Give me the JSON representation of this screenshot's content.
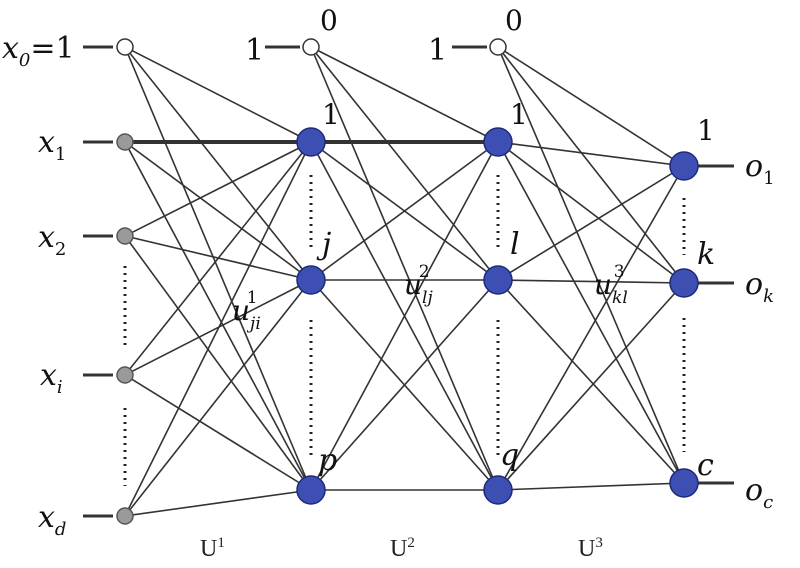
{
  "inputs": [
    {
      "label": "x",
      "sub": "0",
      "suffix": "=1"
    },
    {
      "label": "x",
      "sub": "1",
      "suffix": ""
    },
    {
      "label": "x",
      "sub": "2",
      "suffix": ""
    },
    {
      "label": "x",
      "sub": "i",
      "suffix": ""
    },
    {
      "label": "x",
      "sub": "d",
      "suffix": ""
    }
  ],
  "hidden1": {
    "bias_value": "1",
    "bias_index": "0",
    "node_labels": [
      "1",
      "j",
      "p"
    ]
  },
  "hidden2": {
    "bias_value": "1",
    "bias_index": "0",
    "node_labels": [
      "1",
      "l",
      "q"
    ]
  },
  "output_labels": [
    "1",
    "k",
    "c"
  ],
  "outputs": [
    {
      "label": "o",
      "sub": "1"
    },
    {
      "label": "o",
      "sub": "k"
    },
    {
      "label": "o",
      "sub": "c"
    }
  ],
  "weights": [
    {
      "label": "u",
      "sub": "ji",
      "sup": "1"
    },
    {
      "label": "u",
      "sub": "lj",
      "sup": "2"
    },
    {
      "label": "u",
      "sub": "kl",
      "sup": "3"
    }
  ],
  "layers": [
    {
      "label": "U",
      "sup": "1"
    },
    {
      "label": "U",
      "sup": "2"
    },
    {
      "label": "U",
      "sup": "3"
    }
  ],
  "colors": {
    "node": "#3d4fb3",
    "node_stroke": "#1e2a78",
    "input_node": "#9a9a9a",
    "edge": "#333333"
  }
}
